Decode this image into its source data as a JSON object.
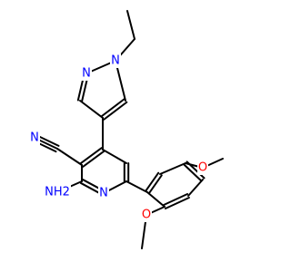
{
  "structure": {
    "atoms": {
      "n_pyrazole_top": {
        "text": "N",
        "color": "#0000ff"
      },
      "n_pyrazole_ethyl": {
        "text": "N",
        "color": "#0000ff"
      },
      "n_nitrile": {
        "text": "N",
        "color": "#0000ff"
      },
      "nh2": {
        "text": "NH2",
        "color": "#0000ff"
      },
      "n_pyridine": {
        "text": "N",
        "color": "#0000ff"
      },
      "o_methoxy_top": {
        "text": "O",
        "color": "#ff0000"
      },
      "o_methoxy_bottom": {
        "text": "O",
        "color": "#ff0000"
      }
    }
  }
}
